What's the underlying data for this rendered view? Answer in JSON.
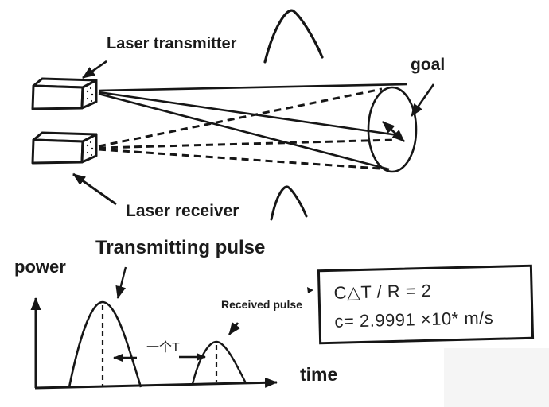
{
  "scene": {
    "labels": {
      "laser_transmitter": "Laser transmitter",
      "laser_receiver": "Laser receiver",
      "goal": "goal"
    },
    "pulse_graph": {
      "y_axis_label": "power",
      "x_axis_label": "time",
      "transmitting_pulse_label": "Transmitting pulse",
      "received_pulse_label": "Received pulse",
      "time_interval_label": "一个T"
    },
    "formula_box": {
      "line1": "C△T / R = 2",
      "line2": "c= 2.9991 ×10* m/s"
    },
    "colors": {
      "ink": "#161616",
      "background": "#ffffff"
    }
  }
}
